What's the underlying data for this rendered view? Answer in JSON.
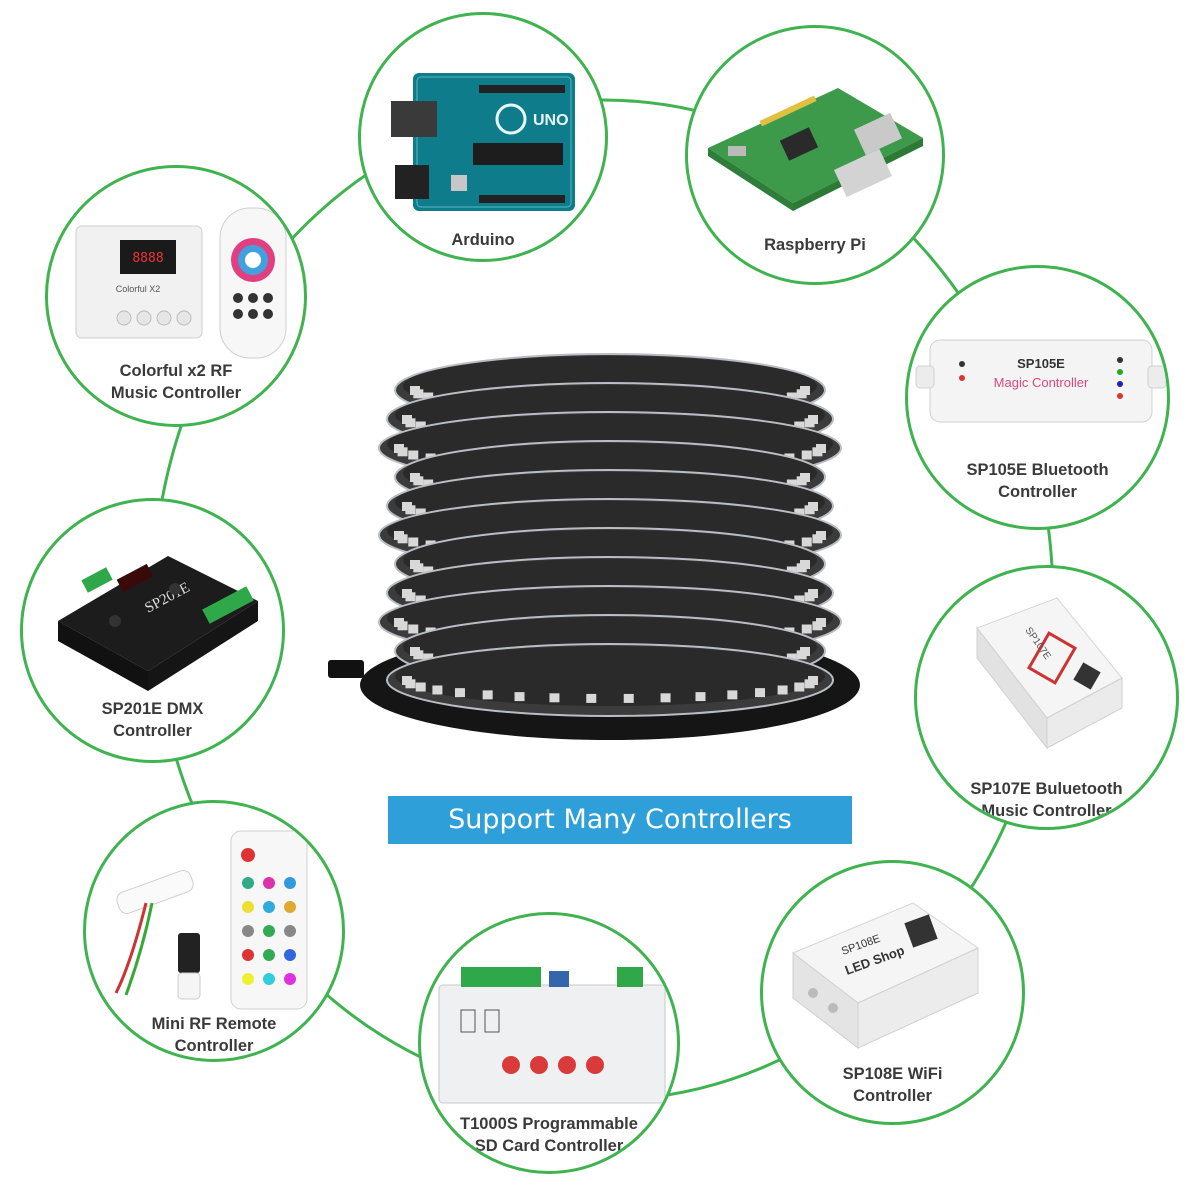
{
  "banner": {
    "text": "Support Many Controllers"
  },
  "colors": {
    "ring": "#3fb34f",
    "banner": "#2f9fd9",
    "label": "#3a3a3a"
  },
  "controllers": [
    {
      "id": "arduino",
      "lines": [
        "Arduino"
      ],
      "icon": "arduino-board-icon",
      "board_text": "UNO"
    },
    {
      "id": "raspberry-pi",
      "lines": [
        "Raspberry Pi"
      ],
      "icon": "raspberry-pi-board-icon"
    },
    {
      "id": "sp105e",
      "lines": [
        "SP105E Bluetooth",
        "Controller"
      ],
      "icon": "sp105e-box-icon",
      "device_title": "SP105E",
      "device_subtitle": "Magic Controller"
    },
    {
      "id": "sp107e",
      "lines": [
        "SP107E Buluetooth",
        "Music Controller"
      ],
      "icon": "sp107e-box-icon",
      "device_title": "SP107E"
    },
    {
      "id": "sp108e",
      "lines": [
        "SP108E WiFi",
        "Controller"
      ],
      "icon": "sp108e-box-icon",
      "device_title": "SP108E",
      "device_subtitle": "LED Shop"
    },
    {
      "id": "t1000s",
      "lines": [
        "T1000S Programmable",
        "SD Card Controller"
      ],
      "icon": "t1000s-box-icon"
    },
    {
      "id": "mini-rf",
      "lines": [
        "Mini RF Remote",
        "Controller"
      ],
      "icon": "rf-remote-icon"
    },
    {
      "id": "sp201e",
      "lines": [
        "SP201E DMX",
        "Controller"
      ],
      "icon": "sp201e-box-icon",
      "device_title": "SP201E"
    },
    {
      "id": "colorful-x2",
      "lines": [
        "Colorful x2  RF",
        "Music Controller"
      ],
      "icon": "music-controller-icon",
      "device_title": "Colorful X2"
    }
  ]
}
